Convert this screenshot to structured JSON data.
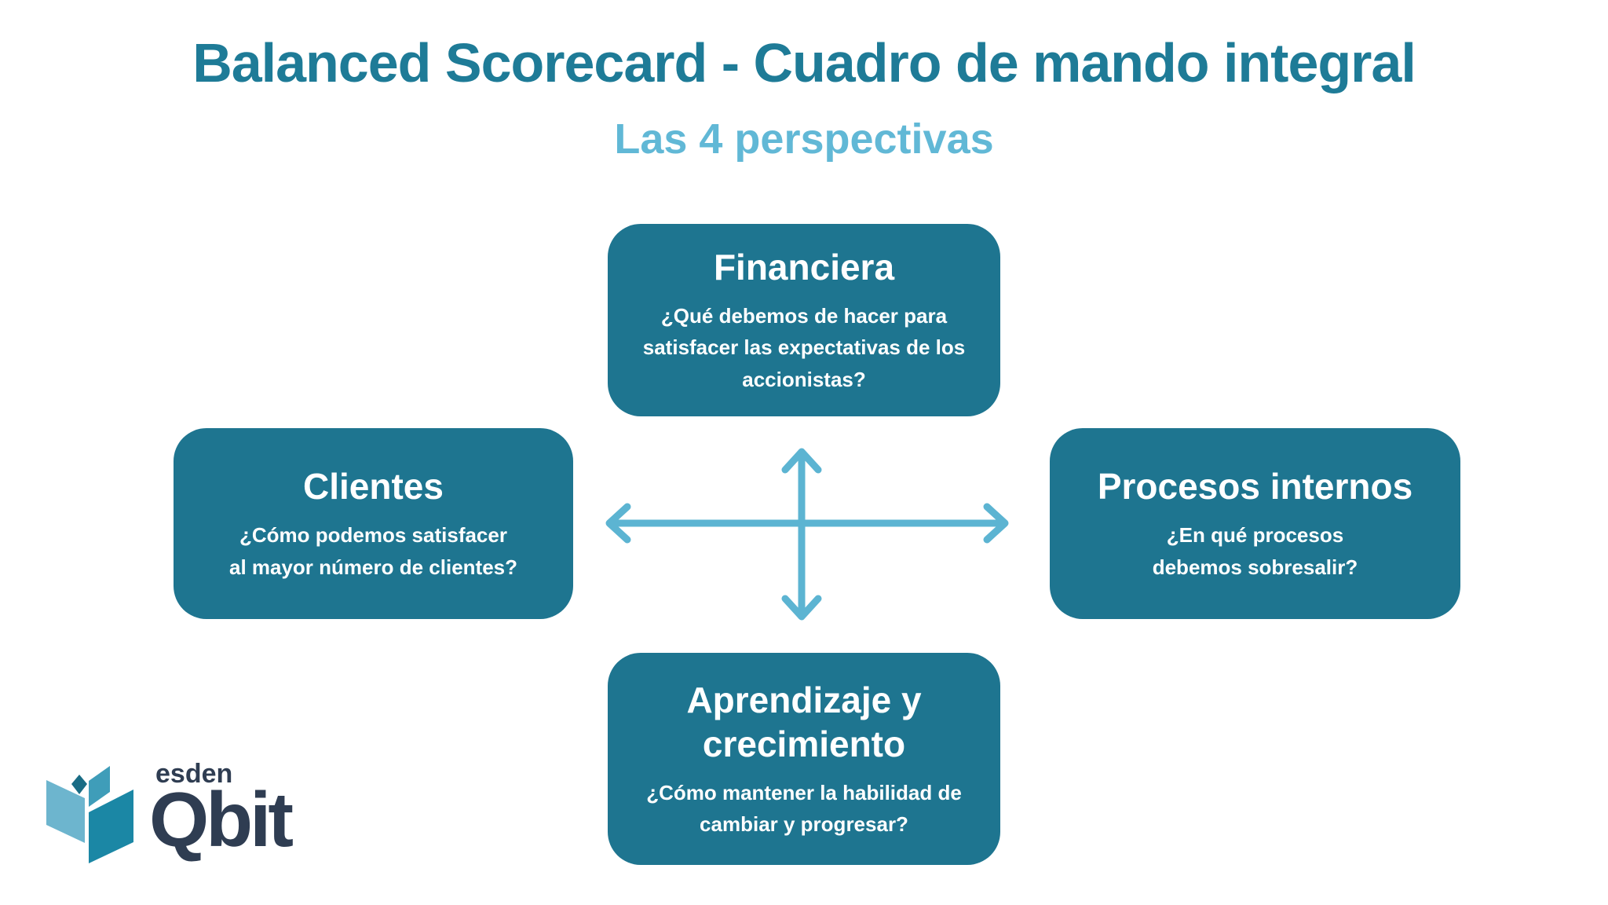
{
  "page": {
    "background_color": "#ffffff"
  },
  "header": {
    "title": "Balanced Scorecard - Cuadro de mando integral",
    "title_color": "#1e7b97",
    "subtitle": "Las 4 perspectivas",
    "subtitle_color": "#61b8d6"
  },
  "diagram": {
    "box_color": "#1e7590",
    "box_text_color": "#ffffff",
    "arrow_color": "#5cb4d2",
    "arrows": [
      "horizontal-double-arrow",
      "vertical-double-arrow"
    ],
    "boxes": [
      {
        "id": "financiera",
        "position": "top",
        "title": "Financiera",
        "body": "¿Qué debemos de hacer para\nsatisfacer las expectativas de los\naccionistas?"
      },
      {
        "id": "clientes",
        "position": "left",
        "title": "Clientes",
        "body": "¿Cómo podemos satisfacer\nal mayor número de clientes?"
      },
      {
        "id": "procesos-internos",
        "position": "right",
        "title": "Procesos internos",
        "body": "¿En qué procesos\ndebemos sobresalir?"
      },
      {
        "id": "aprendizaje-y-crecimiento",
        "position": "bottom",
        "title": "Aprendizaje y\ncrecimiento",
        "body": "¿Cómo mantener la habilidad de\ncambiar y progresar?"
      }
    ]
  },
  "logo": {
    "brand_top": "esden",
    "brand_bottom": "Qbit",
    "text_color": "#2f3d52",
    "icon": "esden-qbit-book-mark",
    "icon_colors": {
      "left_page": "#6db5ce",
      "top_right_page": "#3f9db9",
      "bottom_right_page": "#1b87a5",
      "small_diamond": "#196c85"
    }
  }
}
